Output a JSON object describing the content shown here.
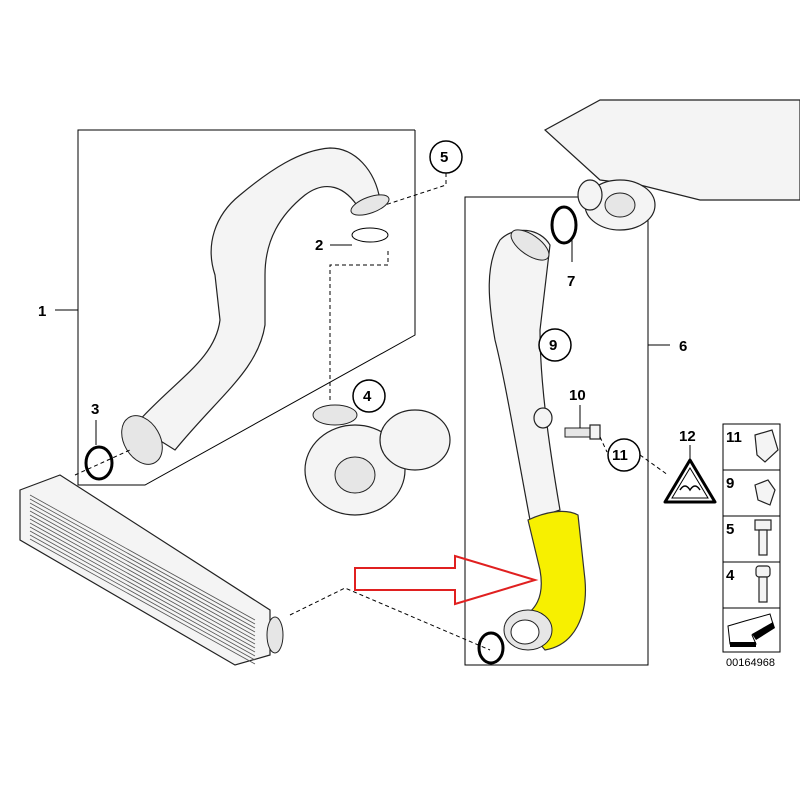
{
  "callouts": {
    "c1": "1",
    "c2": "2",
    "c3": "3",
    "c4": "4",
    "c5": "5",
    "c6": "6",
    "c7": "7",
    "c9": "9",
    "c10": "10",
    "c11": "11",
    "c12": "12"
  },
  "legend": {
    "items": [
      {
        "label": "11"
      },
      {
        "label": "9"
      },
      {
        "label": "5"
      },
      {
        "label": "4"
      }
    ]
  },
  "diagram_code": "00164968",
  "colors": {
    "highlight": "#f7f000",
    "arrow": "#e02020"
  }
}
